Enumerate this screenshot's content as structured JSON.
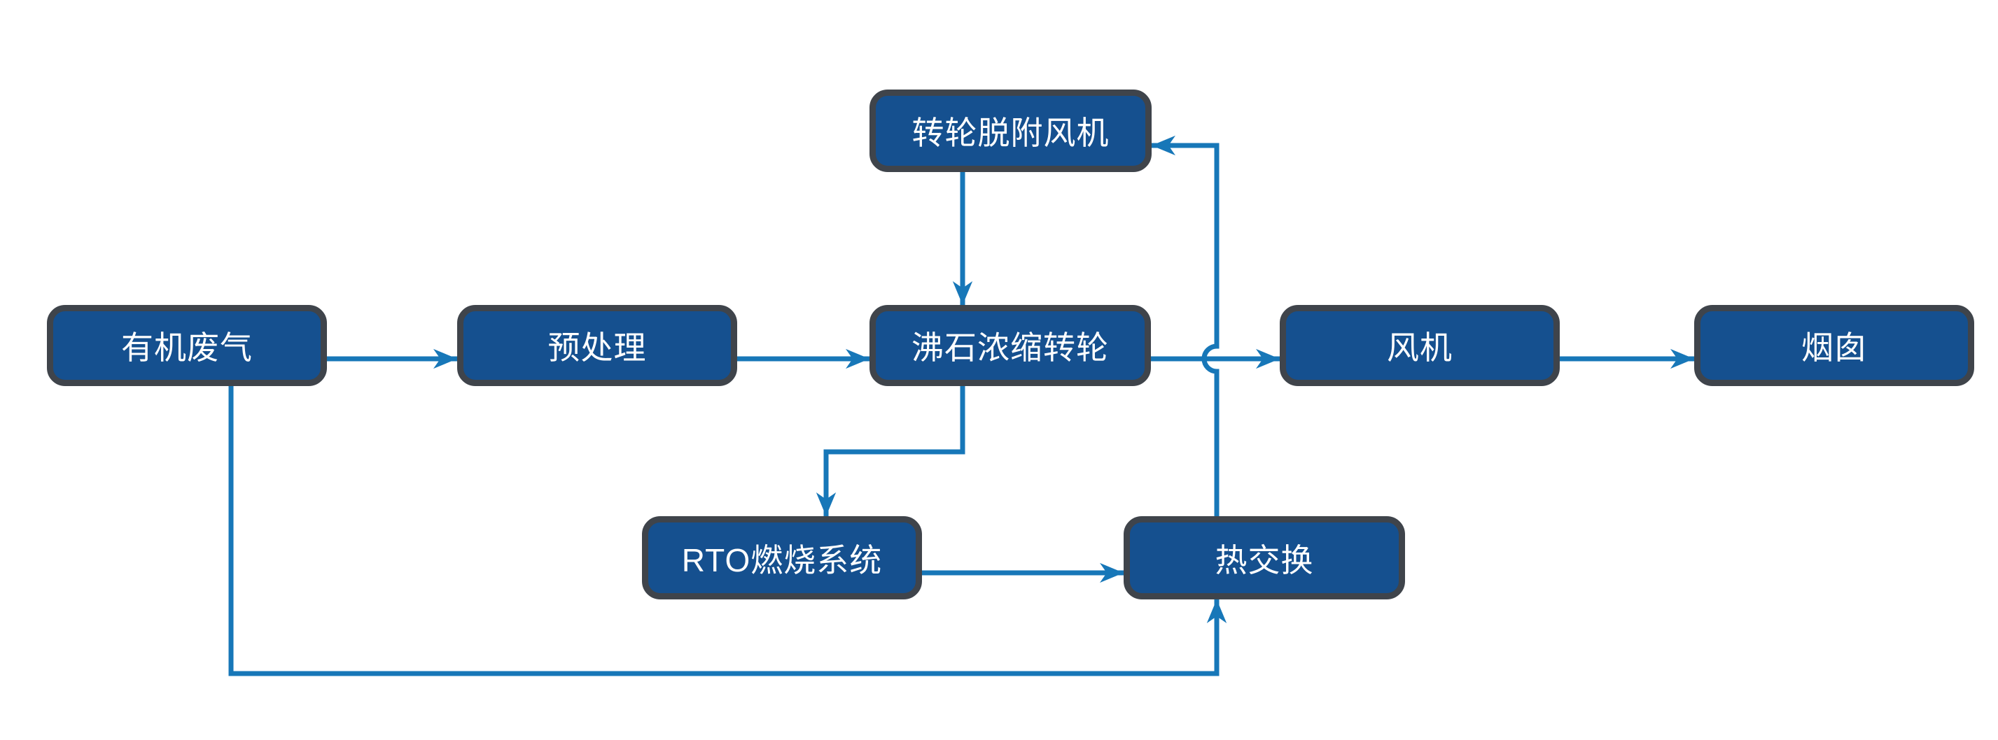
{
  "diagram_type": "process-flowchart",
  "nodes": [
    {
      "id": "organic-waste-gas",
      "label": "有机废气"
    },
    {
      "id": "pretreatment",
      "label": "预处理"
    },
    {
      "id": "zeolite-rotor",
      "label": "沸石浓缩转轮"
    },
    {
      "id": "fan",
      "label": "风机"
    },
    {
      "id": "chimney",
      "label": "烟囱"
    },
    {
      "id": "rotor-desorption-fan",
      "label": "转轮脱附风机"
    },
    {
      "id": "rto-combustion",
      "label": "RTO燃烧系统"
    },
    {
      "id": "heat-exchange",
      "label": "热交换"
    }
  ],
  "edges": [
    {
      "from": "organic-waste-gas",
      "to": "pretreatment"
    },
    {
      "from": "pretreatment",
      "to": "zeolite-rotor"
    },
    {
      "from": "zeolite-rotor",
      "to": "fan"
    },
    {
      "from": "fan",
      "to": "chimney"
    },
    {
      "from": "rotor-desorption-fan",
      "to": "zeolite-rotor"
    },
    {
      "from": "zeolite-rotor",
      "to": "rto-combustion"
    },
    {
      "from": "rto-combustion",
      "to": "heat-exchange"
    },
    {
      "from": "heat-exchange",
      "to": "rotor-desorption-fan"
    },
    {
      "from": "organic-waste-gas",
      "to": "heat-exchange"
    }
  ],
  "colors": {
    "background": "#ffffff",
    "node_fill": "#15508f",
    "node_border": "#3f444b",
    "connector": "#1777b8",
    "text_color": "#ffffff"
  }
}
